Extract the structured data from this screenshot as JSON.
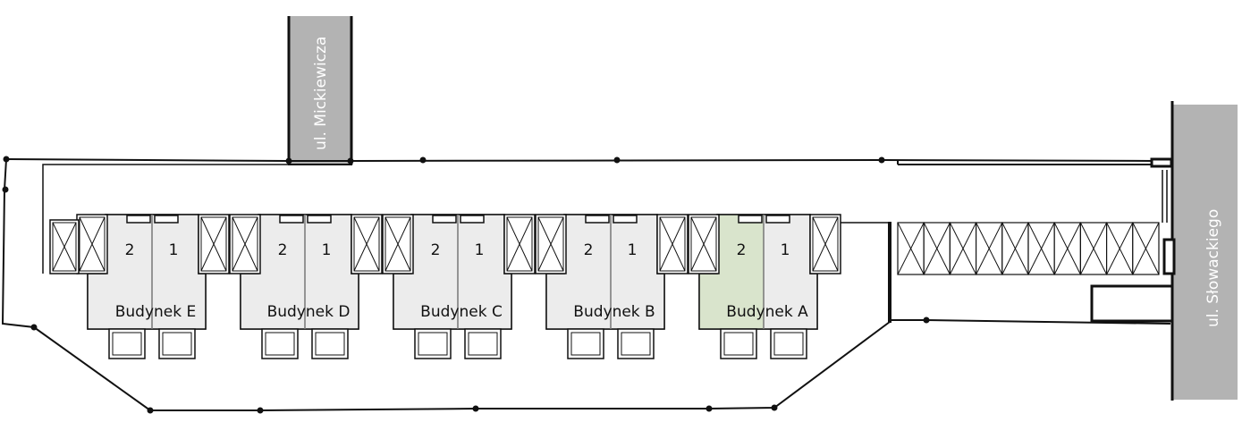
{
  "streets": [
    {
      "id": "mickiewicza",
      "label": "ul. Mickiewicza"
    },
    {
      "id": "slowackiego",
      "label": "ul. Słowackiego"
    }
  ],
  "buildings": [
    {
      "id": "e",
      "label": "Budynek E",
      "units": [
        "2",
        "1"
      ],
      "highlighted_unit": null
    },
    {
      "id": "d",
      "label": "Budynek D",
      "units": [
        "2",
        "1"
      ],
      "highlighted_unit": null
    },
    {
      "id": "c",
      "label": "Budynek C",
      "units": [
        "2",
        "1"
      ],
      "highlighted_unit": null
    },
    {
      "id": "b",
      "label": "Budynek B",
      "units": [
        "2",
        "1"
      ],
      "highlighted_unit": null
    },
    {
      "id": "a",
      "label": "Budynek A",
      "units": [
        "2",
        "1"
      ],
      "highlighted_unit": "2"
    }
  ],
  "colors": {
    "street": "#b3b3b3",
    "building_fill": "#ececec",
    "highlight_fill": "#d9e4cc",
    "line": "#111111"
  }
}
